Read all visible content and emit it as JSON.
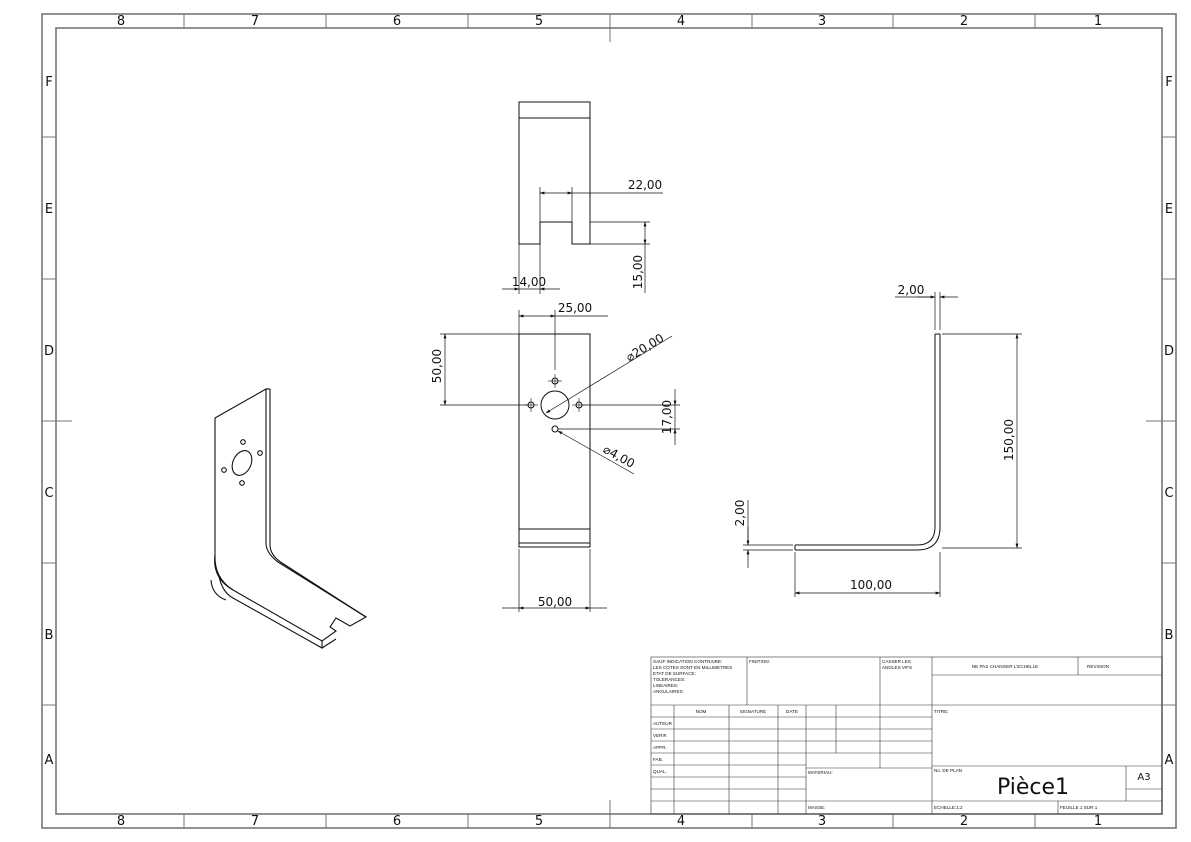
{
  "drawing": {
    "zones_columns": [
      "8",
      "7",
      "6",
      "5",
      "4",
      "3",
      "2",
      "1"
    ],
    "zones_rows": [
      "F",
      "E",
      "D",
      "C",
      "B",
      "A"
    ]
  },
  "dimensions": {
    "top_slot_width": "22,00",
    "top_slot_depth": "15,00",
    "top_slot_offset": "14,00",
    "front_hole_pos_x": "25,00",
    "front_hole_pos_y": "50,00",
    "front_big_hole_dia": "⌀20,00",
    "front_small_hole_spacing": "17,00",
    "front_small_hole_dia": "⌀4,00",
    "front_width": "50,00",
    "side_thickness_top": "2,00",
    "side_height": "150,00",
    "side_thickness_left": "2,00",
    "side_length": "100,00"
  },
  "title_block": {
    "general_notes": [
      "SAUF INDICATION CONTRAIRE:",
      "LES COTES SONT EN MILLIMETRES",
      "ETAT DE SURFACE:",
      "TOLERANCES:",
      "  LINEAIRES:",
      "  ANGULAIRES:"
    ],
    "finition_label": "FINITION:",
    "casser_label_1": "CASSER LES",
    "casser_label_2": "ANGLES VIFS",
    "no_scale_label": "NE PAS CHANGER L'ECHELLE",
    "revision_label": "REVISION",
    "col_nom": "NOM",
    "col_signature": "SIGNATURE",
    "col_date": "DATE",
    "row_labels": [
      "AUTEUR",
      "VERIF.",
      "APPR.",
      "FAB.",
      "QUAL."
    ],
    "titre_label": "TITRE:",
    "materiau_label": "MATERIAU:",
    "plan_no_label": "No. DE PLAN",
    "part_name": "Pièce1",
    "format": "A3",
    "masse_label": "MASSE:",
    "echelle_label": "ECHELLE:1:2",
    "feuille_label": "FEUILLE 1 SUR 1"
  }
}
